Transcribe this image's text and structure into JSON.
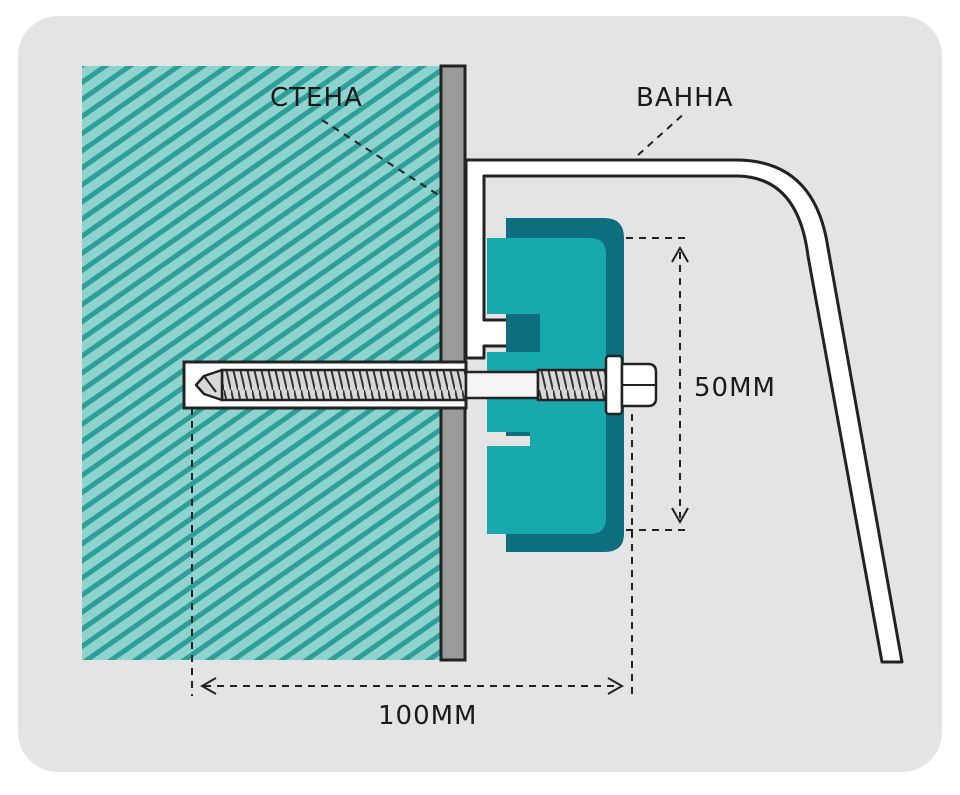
{
  "labels": {
    "wall": "СТЕНА",
    "bathtub": "ВАННА",
    "height_dimension": "50ММ",
    "length_dimension": "100ММ"
  },
  "colors": {
    "card_background": "#e4e4e4",
    "wall_hatch_fill": "#8fd3ce",
    "wall_hatch_stripe": "#2e9e98",
    "wall_plate": "#9a9a9a",
    "bracket_light": "#17a9ad",
    "bracket_dark": "#0d6e7d",
    "bathtub_outline": "#222222",
    "bathtub_fill": "#ffffff",
    "bolt_fill": "#dcdcdc",
    "line_color": "#222222"
  }
}
